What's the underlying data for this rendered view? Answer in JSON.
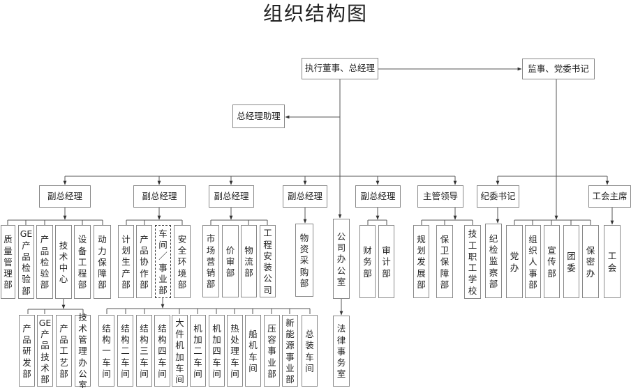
{
  "title": "组织结构图",
  "boxes": {
    "ceo": "执行董事、总经理",
    "supervisor": "监事、党委书记",
    "assistant": "总经理助理",
    "vp1": "副总经理",
    "vp2": "副总经理",
    "vp3": "副总经理",
    "vp4": "副总经理",
    "vp5": "副总经理",
    "director": "主管领导",
    "discipline_sec": "纪委书记",
    "union_chair": "工会主席",
    "quality": "质量管理部",
    "ge_inspection": "GE产品检验部",
    "product_inspection": "产品检验部",
    "tech_center": "技术中心",
    "equipment": "设备工程部",
    "power": "动力保障部",
    "planning_prod": "计划生产部",
    "product_coop": "产品协作部",
    "workshop_division": "车间／事业部",
    "safety_env": "安全环境部",
    "marketing": "市场营销部",
    "pricing": "价审部",
    "logistics": "物流部",
    "installation": "工程安装公司",
    "purchasing": "物资采购部",
    "company_office": "公司办公室",
    "finance": "财务部",
    "audit": "审计部",
    "strategy": "规划发展部",
    "security": "保卫保障部",
    "tech_school": "技工职工学校",
    "discipline_dept": "纪检监察部",
    "party_office": "党办",
    "org_hr": "组织人事部",
    "propaganda": "宣传部",
    "youth": "团委",
    "confidential": "保密办",
    "union": "工会",
    "product_rd": "产品研发部",
    "ge_tech": "GE产品技术部",
    "process": "产品工艺部",
    "tech_admin": "技术管理办公室",
    "ws_structure1": "结构一车间",
    "ws_structure2": "结构二车间",
    "ws_structure3": "结构三车间",
    "ws_structure4": "结构四车间",
    "ws_large_parts": "大件机加车间",
    "ws_machining2": "机加二车间",
    "ws_machining4": "机加四车间",
    "ws_heat": "热处理车间",
    "ws_marine": "船机车间",
    "ws_compressor": "压容事业部",
    "ws_new_energy": "新能源事业部",
    "ws_assembly": "总装车间",
    "legal": "法律事务室"
  }
}
